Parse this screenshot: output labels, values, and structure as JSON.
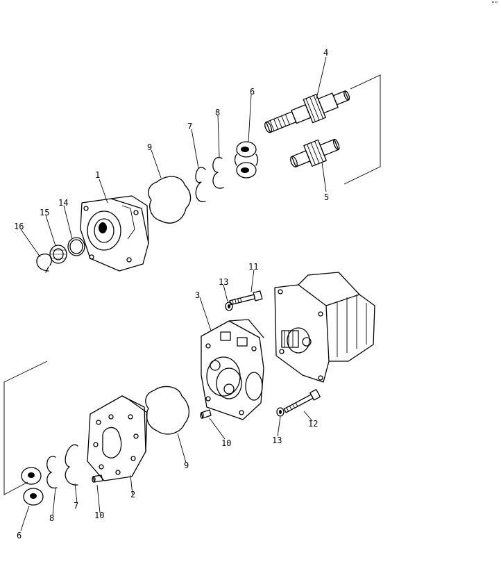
{
  "diagram": {
    "callouts": [
      {
        "id": "c1",
        "label": "1"
      },
      {
        "id": "c2",
        "label": "2"
      },
      {
        "id": "c3",
        "label": "3"
      },
      {
        "id": "c4",
        "label": "4"
      },
      {
        "id": "c5",
        "label": "5"
      },
      {
        "id": "c6a",
        "label": "6"
      },
      {
        "id": "c6b",
        "label": "6"
      },
      {
        "id": "c7a",
        "label": "7"
      },
      {
        "id": "c7b",
        "label": "7"
      },
      {
        "id": "c8a",
        "label": "8"
      },
      {
        "id": "c8b",
        "label": "8"
      },
      {
        "id": "c9a",
        "label": "9"
      },
      {
        "id": "c9b",
        "label": "9"
      },
      {
        "id": "c10a",
        "label": "10"
      },
      {
        "id": "c10b",
        "label": "10"
      },
      {
        "id": "c11",
        "label": "11"
      },
      {
        "id": "c12",
        "label": "12"
      },
      {
        "id": "c13a",
        "label": "13"
      },
      {
        "id": "c13b",
        "label": "13"
      },
      {
        "id": "c14",
        "label": "14"
      },
      {
        "id": "c15",
        "label": "15"
      },
      {
        "id": "c16",
        "label": "16"
      }
    ],
    "corner_mark": "\"\""
  }
}
